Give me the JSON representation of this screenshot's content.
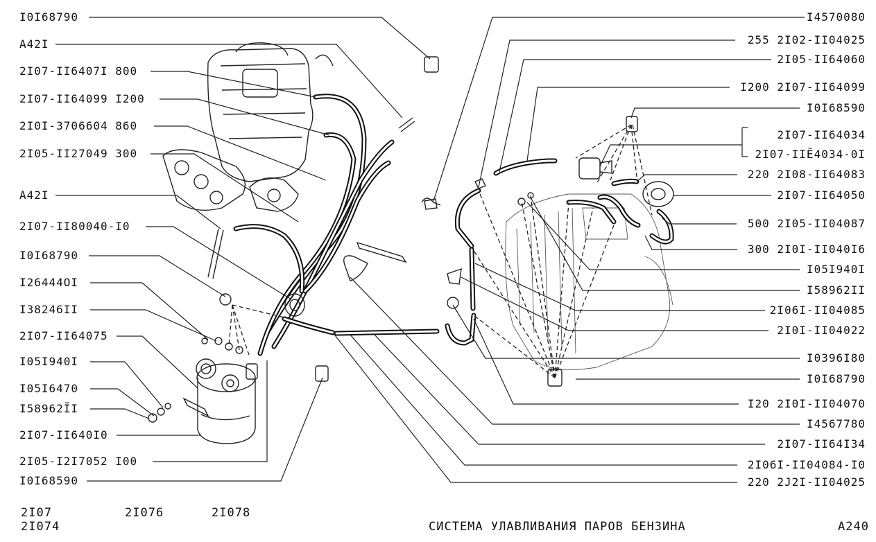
{
  "left_labels": [
    "I0I68790",
    "A42I",
    "2I07-II6407I 800",
    "2I07-II64099 I200",
    "2I0I-3706604 860",
    "2I05-II27049 300",
    "A42I",
    "2I07-II80040-I0",
    "I0I68790",
    "I26444OI",
    "I38246II",
    "2I07-II64075",
    "I05I940I",
    "I05I6470",
    "I58962ĬI",
    "2I07-II640I0",
    "2I05-I2I7052 I00",
    "I0I68590"
  ],
  "right_labels": [
    "I4570080",
    "255 2I02-II04025",
    "2I05-II64060",
    "I200 2I07-II64099",
    "I0I68590",
    "2I07-II64034",
    "2I07-IIẼ4034-0I",
    "220 2I08-II64083",
    "2I07-II64050",
    "500 2I05-II04087",
    "300 2I0I-II040I6",
    "I05I940I",
    "I58962II",
    "2I06I-II04085",
    "2I0I-II04022",
    "I0396I80",
    "I0I68790",
    "I20 2I0I-II04070",
    "I4567780",
    "2I07-II64I34",
    "2I06I-II04084-I0",
    "220 2J2I-II04025"
  ],
  "footer": {
    "models": [
      "2I07",
      "2I074",
      "2I076",
      "2I078"
    ],
    "title": "СИСТЕМА  УЛАВЛИВАНИЯ  ПАРОВ  БЕНЗИНА",
    "page": "A240"
  }
}
